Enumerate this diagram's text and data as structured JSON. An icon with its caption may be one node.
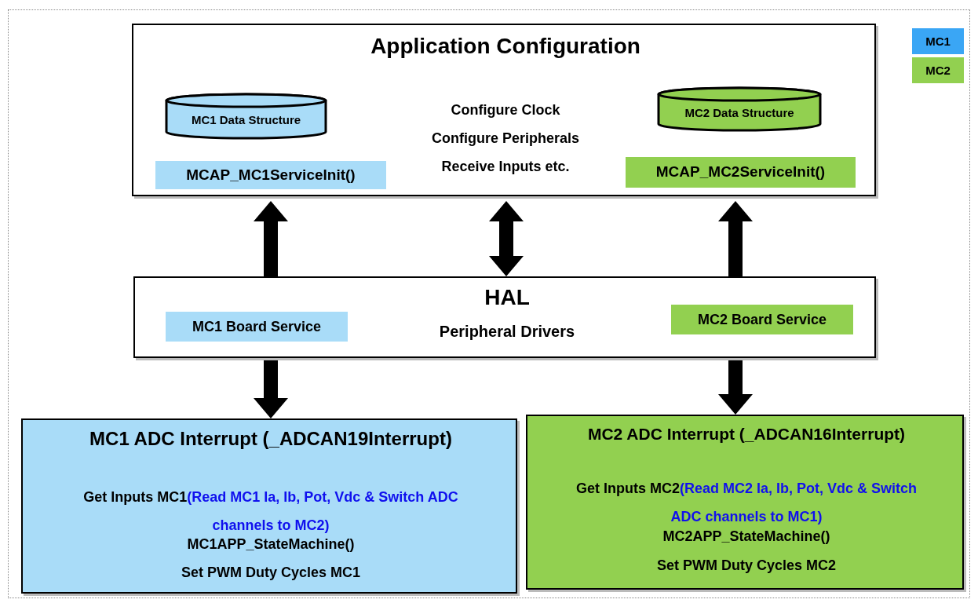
{
  "diagram": {
    "nodes": [
      {
        "text": [
          "Application Configuration",
          "Configure Clock",
          "Configure Peripherals",
          "Receive Inputs etc."
        ]
      },
      {
        "text": [
          "MC1 Data Structure"
        ],
        "in": 0
      },
      {
        "text": [
          "MCAP_MC1ServiceInit()"
        ],
        "in": 0
      },
      {
        "text": [
          "MC2 Data Structure"
        ],
        "in": 0
      },
      {
        "text": [
          "MCAP_MC2ServiceInit()"
        ],
        "in": 0
      },
      {
        "text": [
          "HAL",
          "Peripheral Drivers"
        ]
      },
      {
        "text": [
          "MC1 Board Service"
        ],
        "in": 5
      },
      {
        "text": [
          "MC2 Board Service"
        ],
        "in": 5
      },
      {
        "text": [
          "MC1 ADC Interrupt (_ADCAN19Interrupt)",
          "Get Inputs MC1",
          "(Read MC1 Ia, Ib, Pot, Vdc & Switch ADC channels to MC2)",
          "MC1APP_StateMachine()",
          "Set PWM Duty Cycles MC1"
        ]
      },
      {
        "text": [
          "MC2 ADC Interrupt (_ADCAN16Interrupt)",
          "Get Inputs MC2",
          "(Read MC2 Ia, Ib, Pot, Vdc & Switch ADC channels to MC1)",
          "MC2APP_StateMachine()",
          "Set PWM Duty Cycles MC2"
        ]
      }
    ],
    "edges": [
      {
        "from": 5,
        "to": 0,
        "arrow": "to"
      },
      {
        "from": 5,
        "to": 0,
        "arrow": "both"
      },
      {
        "from": 5,
        "to": 0,
        "arrow": "to"
      },
      {
        "from": 5,
        "to": 8,
        "arrow": "to"
      },
      {
        "from": 5,
        "to": 9,
        "arrow": "to"
      }
    ],
    "legend": [
      {
        "text": "MC1",
        "color": "#3aa6f5"
      },
      {
        "text": "MC2",
        "color": "#92d050"
      }
    ]
  }
}
